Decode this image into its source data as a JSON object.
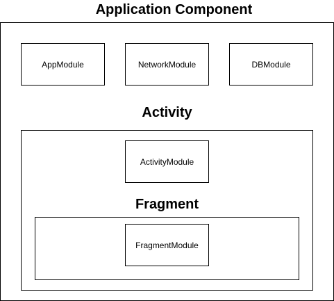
{
  "application": {
    "title": "Application Component",
    "modules": {
      "app": "AppModule",
      "network": "NetworkModule",
      "db": "DBModule"
    }
  },
  "activity": {
    "title": "Activity",
    "module": "ActivityModule"
  },
  "fragment": {
    "title": "Fragment",
    "module": "FragmentModule"
  }
}
